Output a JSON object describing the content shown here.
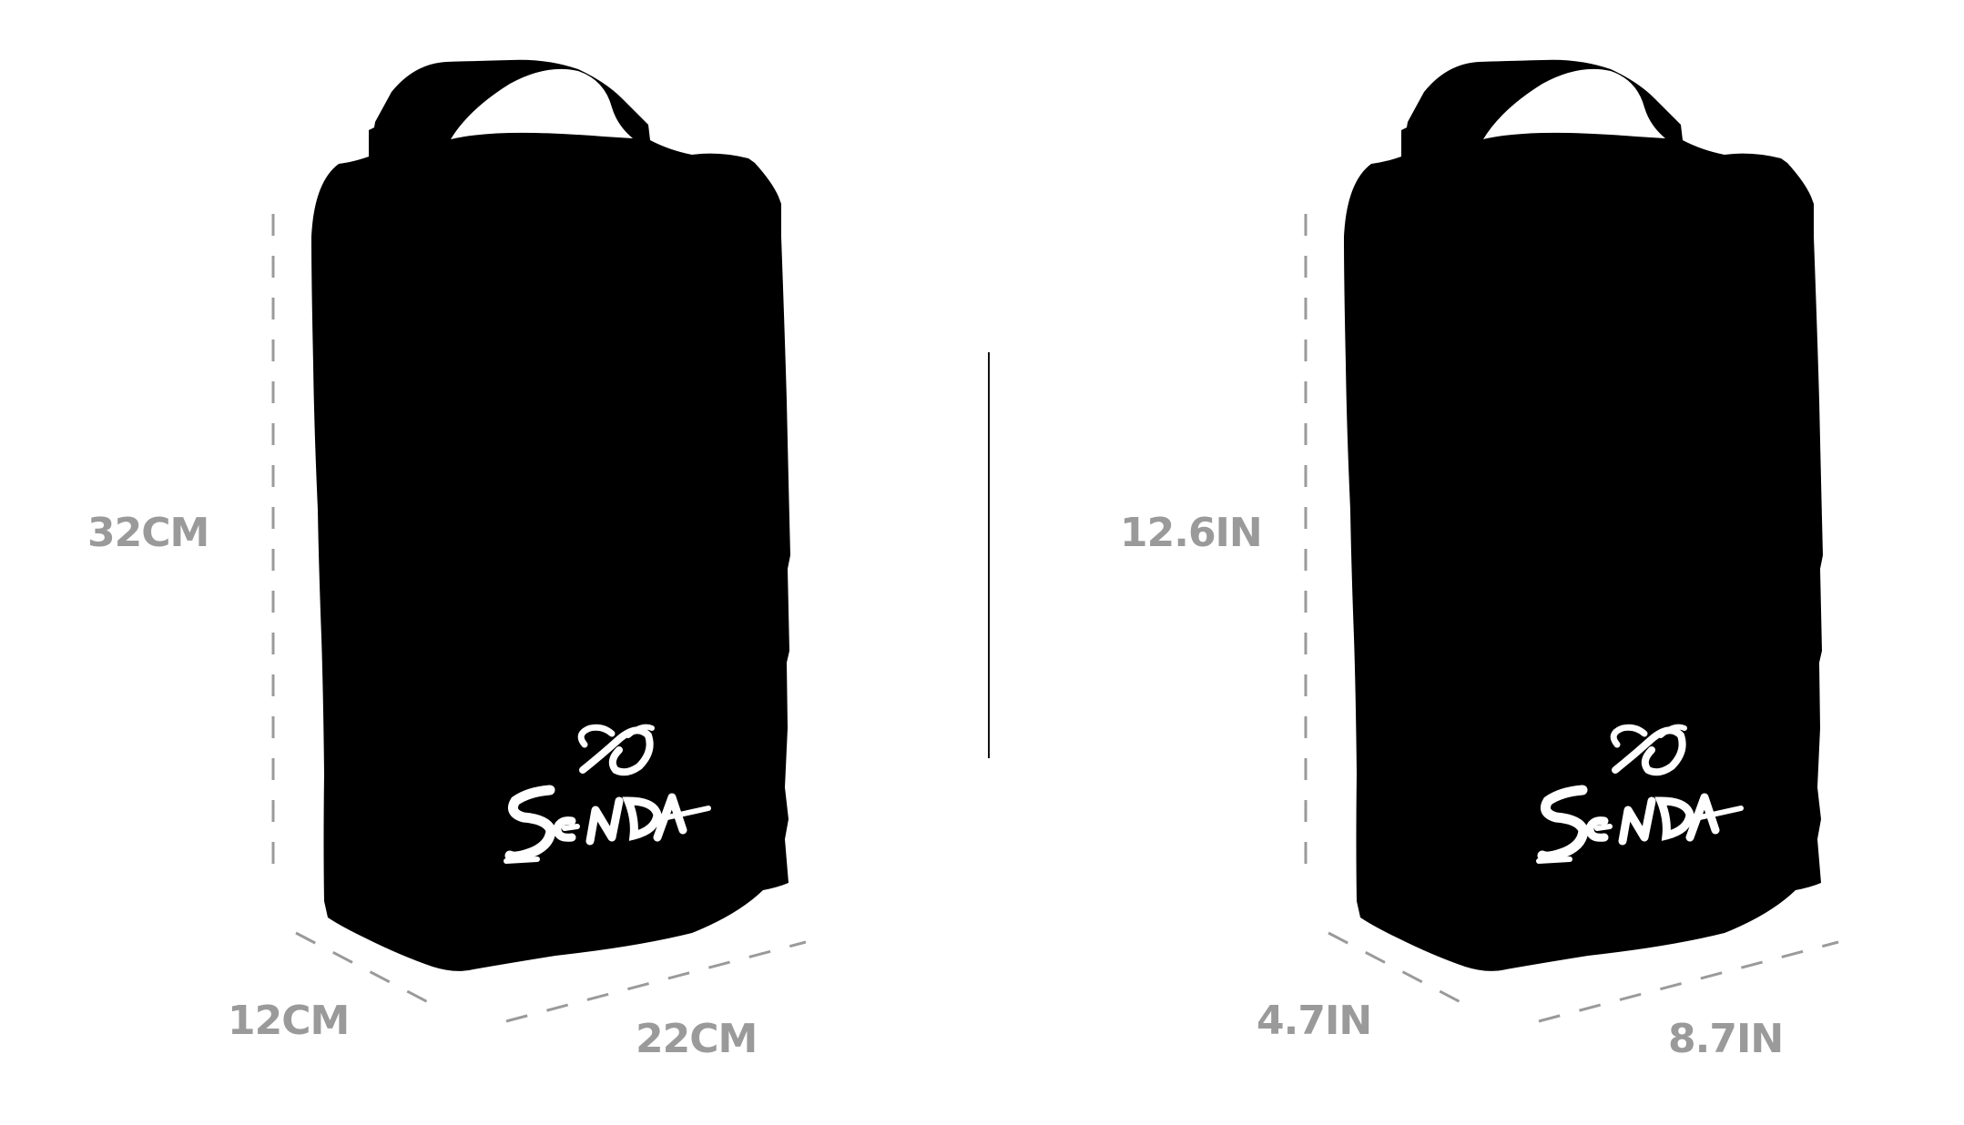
{
  "colors": {
    "bag": "#000000",
    "logo": "#ffffff",
    "dimension_line": "#9a9a9a",
    "dimension_text": "#9a9a9a",
    "divider": "#111111",
    "background": "#ffffff"
  },
  "metric": {
    "height": "32CM",
    "depth": "12CM",
    "width": "22CM"
  },
  "imperial": {
    "height": "12.6IN",
    "depth": "4.7IN",
    "width": "8.7IN"
  },
  "brand": {
    "logo_text": "SENDA",
    "logo_icon": "senda-infinity-icon"
  }
}
